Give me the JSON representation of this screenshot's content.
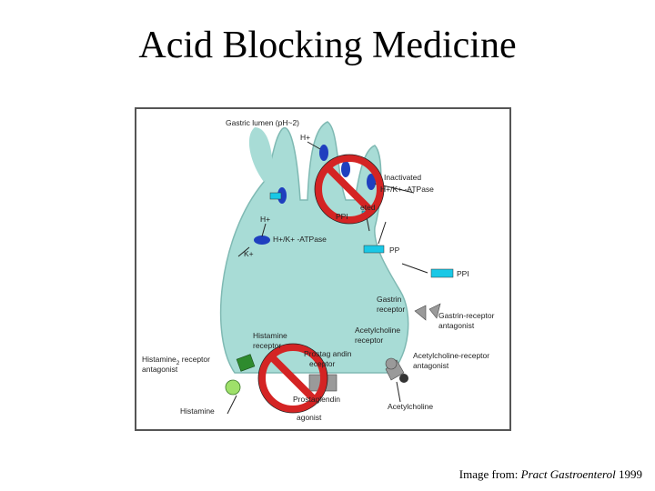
{
  "slide": {
    "title": "Acid Blocking Medicine",
    "caption_prefix": "Image from: ",
    "caption_journal": "Pract Gastroenterol",
    "caption_year": " 1999"
  },
  "diagram": {
    "labels": {
      "gastric_lumen": "Gastric lumen (pH~2)",
      "h_plus_top": "H+",
      "inactivated_line1": "Inactivated",
      "inactivated_line2": "H+/K+ -ATPase",
      "activated_frag": "eted",
      "ppi_frag": "PPI",
      "h_plus_left": "H+",
      "h_k_atpase": "H+/K+ -ATPase",
      "k_plus": "K+",
      "pp": "PP",
      "ppi": "PPI",
      "gastrin_receptor_1": "Gastrin",
      "gastrin_receptor_2": "receptor",
      "gastrin_antagonist_1": "Gastrin-receptor",
      "gastrin_antagonist_2": "antagonist",
      "histamine_receptor_1": "Histamine",
      "histamine_receptor_2": "receptor",
      "ach_receptor_1": "Acetylcholine",
      "ach_receptor_2": "receptor",
      "histamine_antagonist_1": "Histamine",
      "histamine_antagonist_sub": "2",
      "histamine_antagonist_1b": " receptor",
      "histamine_antagonist_2": "antagonist",
      "prostaglandin_receptor_1": "Prostag andin",
      "prostaglandin_receptor_2": "eceptor",
      "ach_antagonist_1": "Acetylcholine-receptor",
      "ach_antagonist_2": "antagonist",
      "prostaglandin_agonist_1": "Prostaglendin",
      "prostaglandin_agonist_2": "agonist",
      "histamine": "Histamine",
      "acetylcholine": "Acetylcholine"
    },
    "colors": {
      "cell": "#a8dcd6",
      "cell_stroke": "#7fb9b3",
      "pump": "#1f3fbf",
      "ppi_drug": "#19c8e6",
      "prohibition": "#d42424",
      "histamine_receptor": "#2e8b2e",
      "histamine": "#9fe06a",
      "gastrin_antagonist": "#9a9a9a",
      "ach": "#333333"
    },
    "icons": [
      "prohibition-sign-icon",
      "prohibition-sign-icon"
    ]
  }
}
